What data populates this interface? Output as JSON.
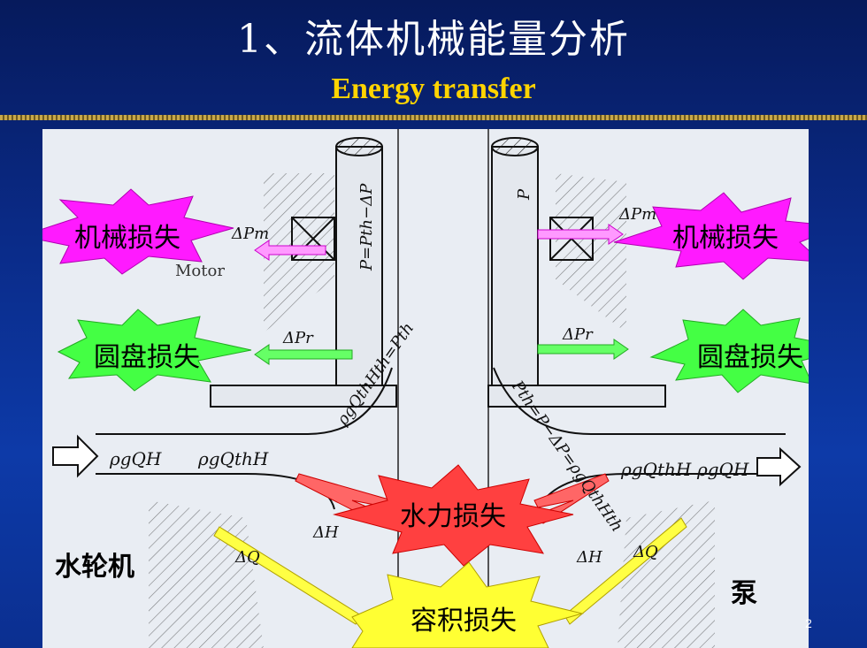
{
  "title": "1、流体机械能量分析",
  "subtitle": "Energy transfer",
  "page_number": "2",
  "labels": {
    "turbine": "水轮机",
    "pump": "泵",
    "motor_partial": "Motor",
    "mechanical_loss_left": "机械损失",
    "mechanical_loss_right": "机械损失",
    "disc_loss_left": "圆盘损失",
    "disc_loss_right": "圆盘损失",
    "hydraulic_loss": "水力损失",
    "volumetric_loss": "容积损失"
  },
  "formulas": {
    "shaft_left": "P=Pth−ΔP",
    "shaft_right": "P",
    "delta_pm_left": "ΔPm",
    "delta_pm_right": "ΔPm",
    "delta_pr_left": "ΔPr",
    "delta_pr_right": "ΔPr",
    "flow_in_left": "ρgQH",
    "flow_th_left": "ρgQthH",
    "flow_th_right": "ρgQthH",
    "flow_out_right": "ρgQH",
    "rho_left": "ρgQthHth=Pth",
    "rho_right": "Pth=P−ΔP=ρgQthHth",
    "dh_left": "ΔH",
    "dh_right": "ΔH",
    "dq_left": "ΔQ",
    "dq_right": "ΔQ"
  },
  "colors": {
    "background": "#0a2a86",
    "title": "#ffffff",
    "subtitle": "#ffd400",
    "mechanical_loss": "#ff1aff",
    "disc_loss": "#44ff44",
    "hydraulic_loss": "#ff4040",
    "volumetric_loss": "#ffff33"
  }
}
